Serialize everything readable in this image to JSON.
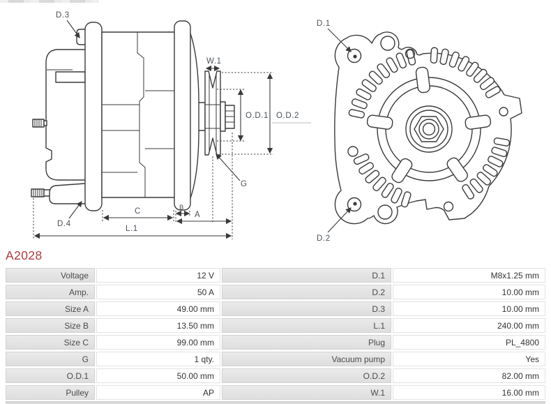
{
  "title": {
    "part_number": "A2028"
  },
  "diagram": {
    "labels": {
      "d1": "D.1",
      "d2": "D.2",
      "d3": "D.3",
      "d4": "D.4",
      "w1": "W.1",
      "od1": "O.D.1",
      "od2": "O.D.2",
      "g": "G",
      "c": "C",
      "b": "B",
      "a": "A",
      "l1": "L.1"
    }
  },
  "specs": {
    "rows": [
      {
        "label": "Voltage",
        "value": "12 V",
        "label2": "D.1",
        "value2": "M8x1.25 mm"
      },
      {
        "label": "Amp.",
        "value": "50 A",
        "label2": "D.2",
        "value2": "10.00 mm"
      },
      {
        "label": "Size A",
        "value": "49.00 mm",
        "label2": "D.3",
        "value2": "10.00 mm"
      },
      {
        "label": "Size B",
        "value": "13.50 mm",
        "label2": "L.1",
        "value2": "240.00 mm"
      },
      {
        "label": "Size C",
        "value": "99.00 mm",
        "label2": "Plug",
        "value2": "PL_4800"
      },
      {
        "label": "G",
        "value": "1 qty.",
        "label2": "Vacuum pump",
        "value2": "Yes"
      },
      {
        "label": "O.D.1",
        "value": "50.00 mm",
        "label2": "O.D.2",
        "value2": "82.00 mm"
      },
      {
        "label": "Pulley",
        "value": "AP",
        "label2": "W.1",
        "value2": "16.00 mm"
      }
    ]
  },
  "colors": {
    "accent_red": "#ad3a3e",
    "drawing_line": "#3a3a3a",
    "dimension_text": "#49525c",
    "cell_gray": "#e3e3e3",
    "cutoff_bar_gray": "#d9d9d9"
  }
}
